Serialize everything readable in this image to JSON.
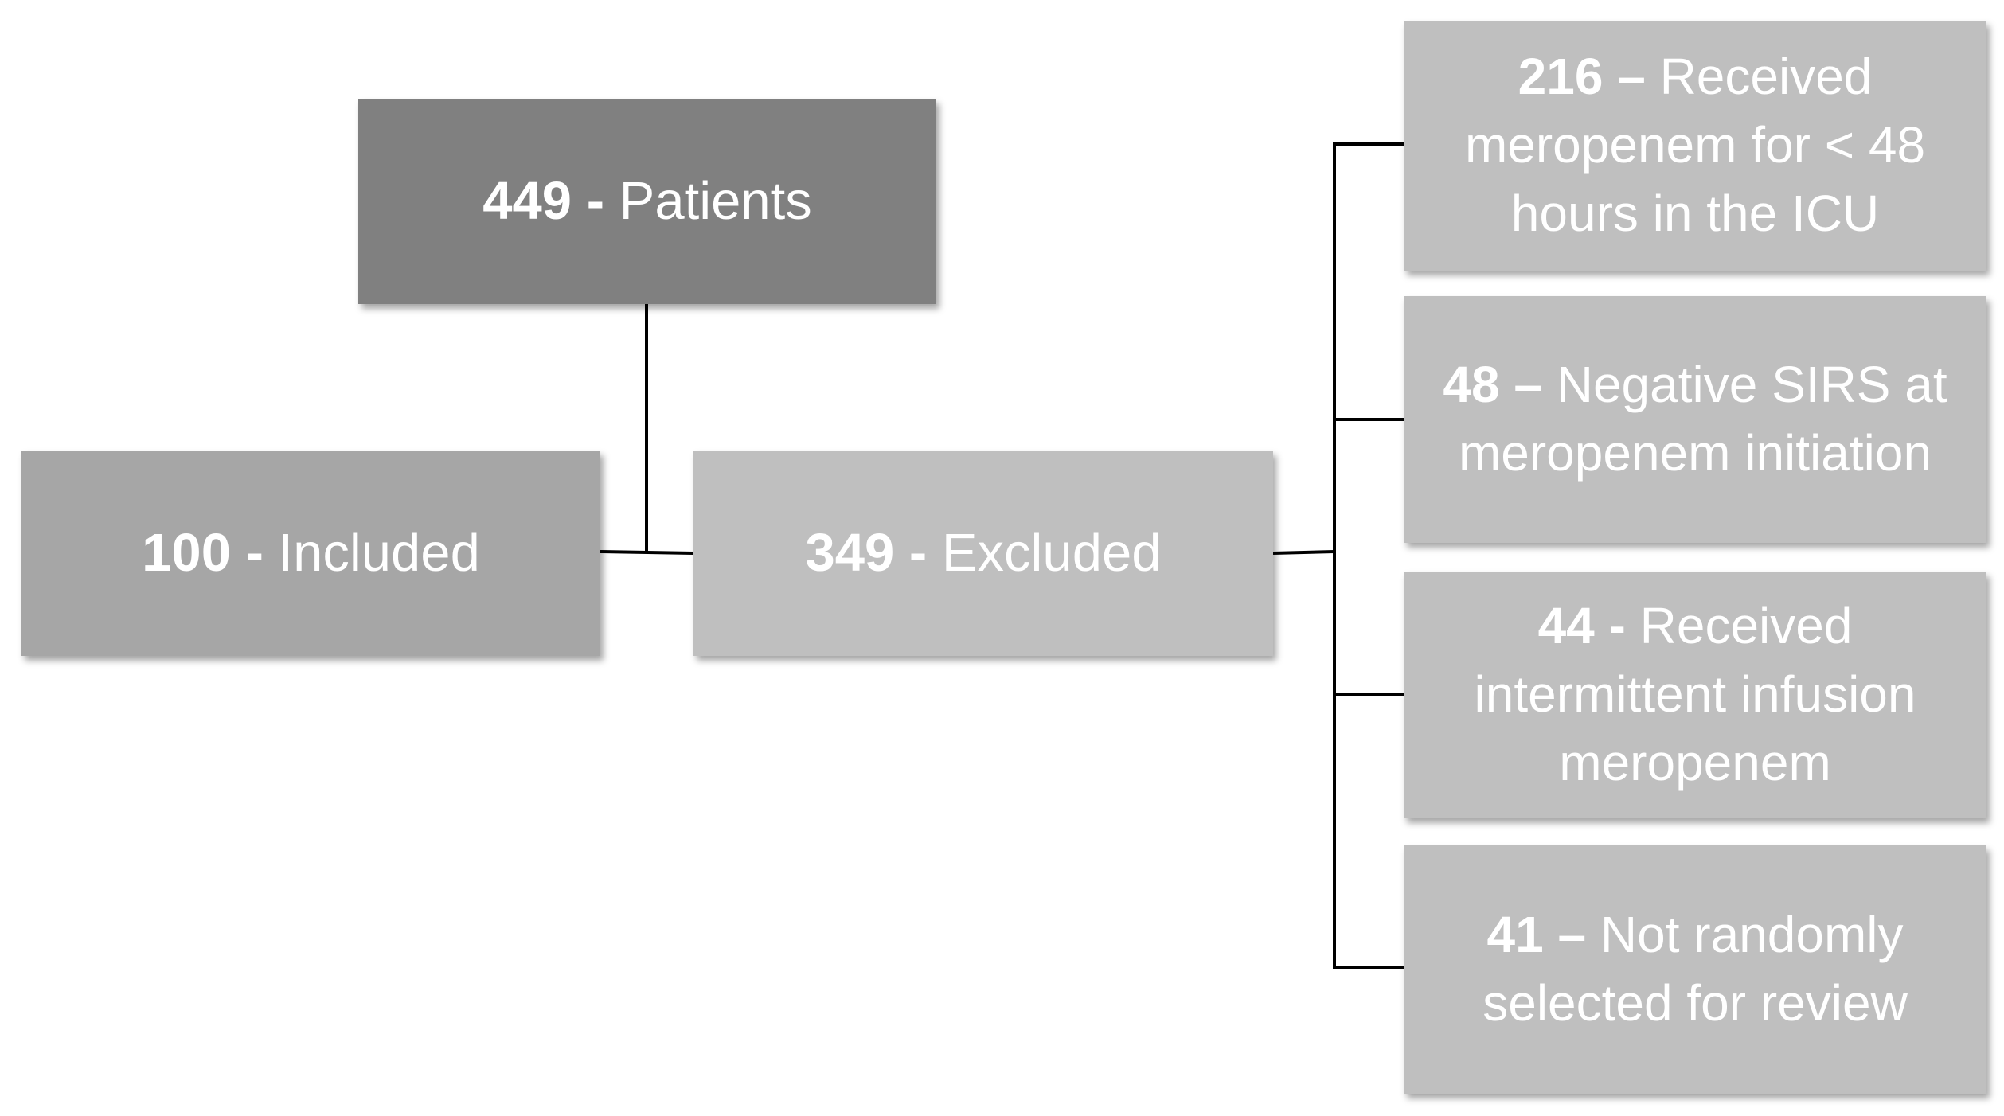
{
  "colors": {
    "top_box": "#808080",
    "included_box": "#a6a6a6",
    "excluded_box": "#bfbfbf",
    "reason_box": "#bfbfbf",
    "line": "#000000",
    "text": "#ffffff"
  },
  "nodes": {
    "patients": {
      "count": "449",
      "sep": " - ",
      "label": "Patients"
    },
    "included": {
      "count": "100",
      "sep": " - ",
      "label": "Included"
    },
    "excluded": {
      "count": "349",
      "sep": " - ",
      "label": "Excluded"
    }
  },
  "exclusion_reasons": [
    {
      "count": "216",
      "sep": " – ",
      "label": "Received meropenem for < 48 hours in the ICU"
    },
    {
      "count": "48",
      "sep": " – ",
      "label": "Negative SIRS at meropenem initiation"
    },
    {
      "count": "44",
      "sep": " - ",
      "label": "Received intermittent infusion meropenem"
    },
    {
      "count": "41",
      "sep": " – ",
      "label": "Not randomly selected for review"
    }
  ]
}
